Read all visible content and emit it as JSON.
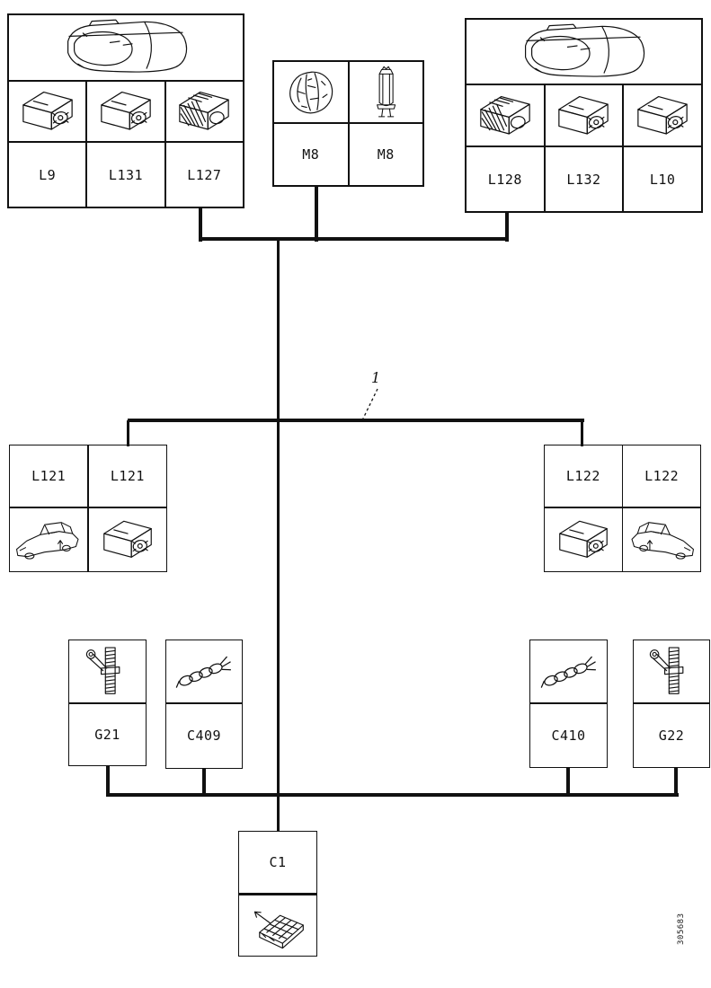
{
  "page": {
    "background": "#ffffff",
    "line_color": "#111111"
  },
  "annotation": {
    "label": "1"
  },
  "watermark": {
    "text": "305683"
  },
  "blocks": {
    "headlamp_left": {
      "assembly_icon": "headlamp-icon",
      "components": [
        {
          "label": "L9",
          "icon": "lamp-unit-icon"
        },
        {
          "label": "L131",
          "icon": "lamp-unit-icon"
        },
        {
          "label": "L127",
          "icon": "lamp-unit-hatched-icon"
        }
      ]
    },
    "motors": {
      "components": [
        {
          "label": "M8",
          "icon": "motor-round-icon"
        },
        {
          "label": "M8",
          "icon": "motor-cylinder-icon"
        }
      ]
    },
    "headlamp_right": {
      "assembly_icon": "headlamp-icon",
      "components": [
        {
          "label": "L128",
          "icon": "lamp-unit-hatched-icon"
        },
        {
          "label": "L132",
          "icon": "lamp-unit-icon"
        },
        {
          "label": "L10",
          "icon": "lamp-unit-icon"
        }
      ]
    },
    "side_marker_left": {
      "components": [
        {
          "label": "L121",
          "icon": "car-left-icon"
        },
        {
          "label": "L121",
          "icon": "lamp-unit-icon"
        }
      ]
    },
    "side_marker_right": {
      "components": [
        {
          "label": "L122",
          "icon": "lamp-unit-icon"
        },
        {
          "label": "L122",
          "icon": "car-right-icon"
        }
      ]
    },
    "ground_left": {
      "label": "G21",
      "icon": "ground-stud-icon"
    },
    "cable_left": {
      "label": "C409",
      "icon": "cable-icon"
    },
    "cable_right": {
      "label": "C410",
      "icon": "cable-icon"
    },
    "ground_right": {
      "label": "G22",
      "icon": "ground-stud-icon"
    },
    "connector": {
      "label": "C1",
      "icon": "connector-icon"
    }
  }
}
